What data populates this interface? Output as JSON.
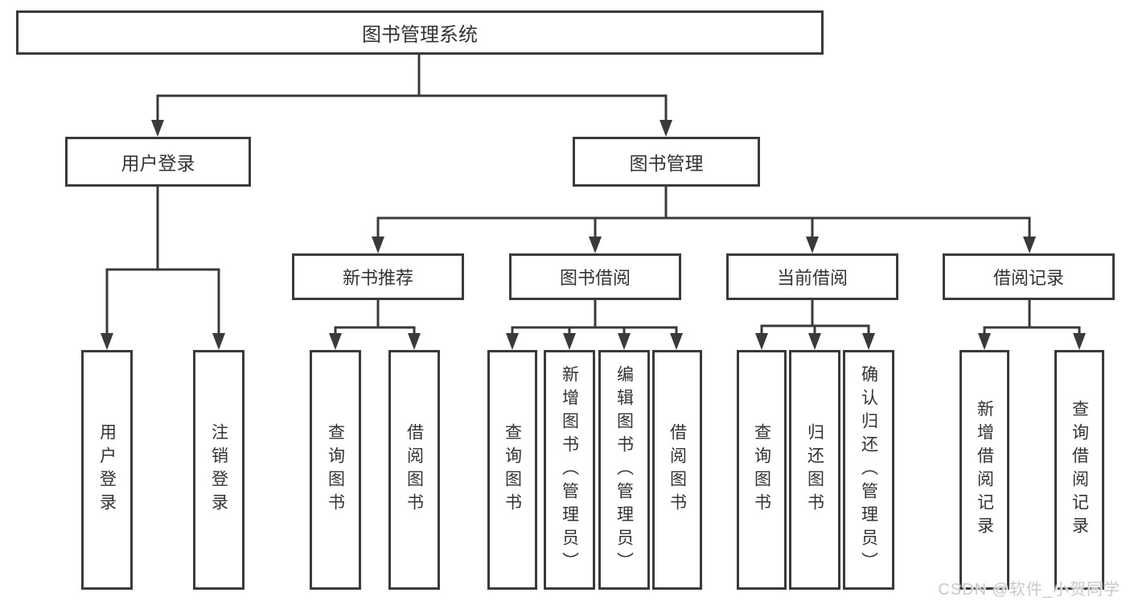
{
  "diagram": {
    "type": "hierarchy-flowchart",
    "root": {
      "label": "图书管理系统"
    },
    "branches": [
      {
        "label": "用户登录",
        "leaves": [
          "用户登录",
          "注销登录"
        ]
      },
      {
        "label": "图书管理",
        "children": [
          {
            "label": "新书推荐",
            "leaves": [
              "查询图书",
              "借阅图书"
            ]
          },
          {
            "label": "图书借阅",
            "leaves": [
              "查询图书",
              "新增图书（管理员）",
              "编辑图书（管理员）",
              "借阅图书"
            ]
          },
          {
            "label": "当前借阅",
            "leaves": [
              "查询图书",
              "归还图书",
              "确认归还（管理员）"
            ]
          },
          {
            "label": "借阅记录",
            "leaves": [
              "新增借阅记录",
              "查询借阅记录"
            ]
          }
        ]
      }
    ]
  },
  "watermark": {
    "text": "CSDN @软件_小贺同学"
  },
  "colors": {
    "line": "#3a3a3a",
    "text": "#333333",
    "box_fill": "#ffffff",
    "background": "#ffffff",
    "watermark": "#c9c9c9"
  }
}
